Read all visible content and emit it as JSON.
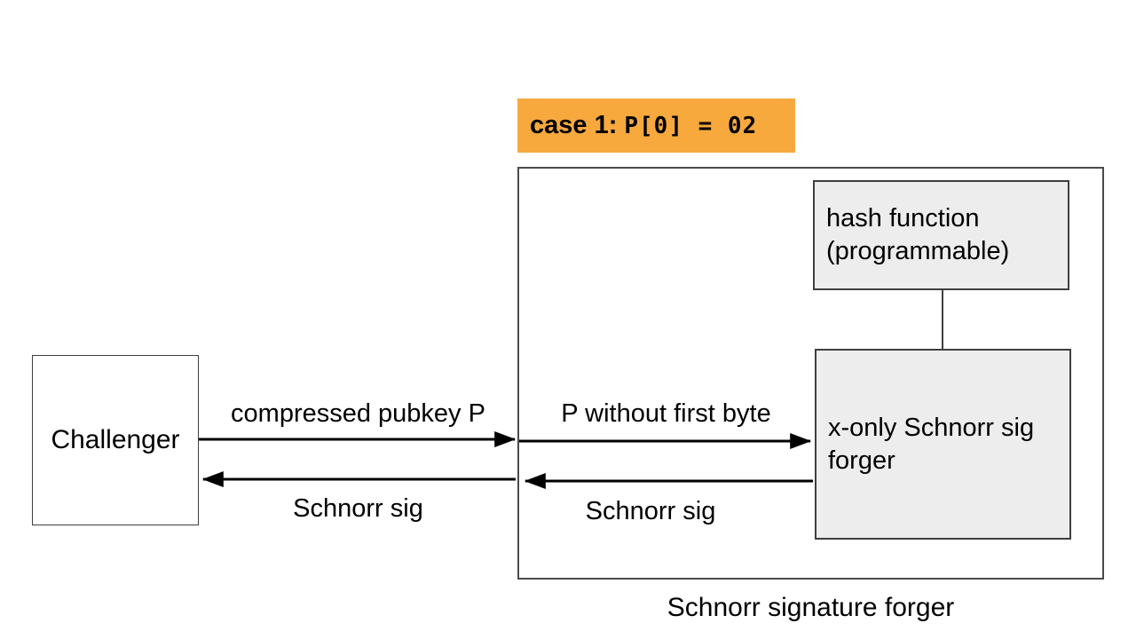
{
  "title": {
    "prefix": "case 1:",
    "code": "P[0] = 02"
  },
  "nodes": {
    "challenger": {
      "label": "Challenger"
    },
    "hash_function": {
      "label": "hash function (programmable)"
    },
    "forger": {
      "label": "x-only Schnorr sig forger"
    }
  },
  "outer_box": {
    "caption": "Schnorr signature forger"
  },
  "arrows": {
    "pubkey_out": {
      "label": "compressed pubkey P",
      "direction": "right"
    },
    "pubkey_in": {
      "label": "P without first byte",
      "direction": "right"
    },
    "sig_in": {
      "label": "Schnorr sig",
      "direction": "left"
    },
    "sig_out": {
      "label": "Schnorr sig",
      "direction": "left"
    }
  },
  "colors": {
    "highlight": "#F7A93E",
    "fill": "#EDEDED",
    "border": "#3F3F3F",
    "arrow": "#000000",
    "background": "#FFFFFF"
  }
}
